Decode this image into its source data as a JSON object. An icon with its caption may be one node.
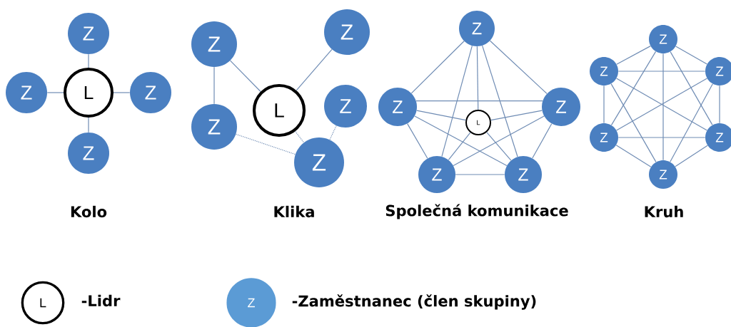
{
  "diagram": {
    "nodes": [
      {
        "text": [
          "Z"
        ]
      },
      {
        "text": [
          "Z"
        ]
      },
      {
        "text": [
          "L"
        ]
      },
      {
        "text": [
          "Z"
        ]
      },
      {
        "text": [
          "Z"
        ]
      },
      {
        "text": [
          "Z"
        ]
      },
      {
        "text": [
          "Z"
        ]
      },
      {
        "text": [
          "L"
        ]
      },
      {
        "text": [
          "Z"
        ]
      },
      {
        "text": [
          "Z"
        ]
      },
      {
        "text": [
          "Z"
        ]
      },
      {
        "text": [
          "Z"
        ]
      },
      {
        "text": [
          "Z"
        ]
      },
      {
        "text": [
          "Z"
        ]
      },
      {
        "text": [
          "L"
        ]
      },
      {
        "text": [
          "Z"
        ]
      },
      {
        "text": [
          "Z"
        ]
      },
      {
        "text": [
          "Z"
        ]
      },
      {
        "text": [
          "Z"
        ]
      },
      {
        "text": [
          "Z"
        ]
      },
      {
        "text": [
          "Z"
        ]
      },
      {
        "text": [
          "Z"
        ]
      },
      {
        "text": [
          "Z"
        ]
      }
    ],
    "edges": [
      {
        "from": 2,
        "to": 0,
        "arrow": "none"
      },
      {
        "from": 2,
        "to": 1,
        "arrow": "none"
      },
      {
        "from": 2,
        "to": 3,
        "arrow": "none"
      },
      {
        "from": 2,
        "to": 4,
        "arrow": "none"
      },
      {
        "from": 5,
        "to": 7,
        "arrow": "none"
      },
      {
        "from": 6,
        "to": 7,
        "arrow": "none"
      },
      {
        "from": 5,
        "to": 9,
        "arrow": "none"
      },
      {
        "from": 9,
        "to": 10,
        "arrow": "none",
        "style": "dashed"
      },
      {
        "from": 8,
        "to": 10,
        "arrow": "none",
        "style": "dashed"
      },
      {
        "from": 7,
        "to": 10,
        "arrow": "none",
        "style": "dashed"
      },
      {
        "from": 11,
        "to": 12,
        "arrow": "none"
      },
      {
        "from": 11,
        "to": 13,
        "arrow": "none"
      },
      {
        "from": 11,
        "to": 15,
        "arrow": "none"
      },
      {
        "from": 11,
        "to": 16,
        "arrow": "none"
      },
      {
        "from": 12,
        "to": 13,
        "arrow": "none"
      },
      {
        "from": 12,
        "to": 15,
        "arrow": "none"
      },
      {
        "from": 12,
        "to": 16,
        "arrow": "none"
      },
      {
        "from": 13,
        "to": 15,
        "arrow": "none"
      },
      {
        "from": 13,
        "to": 16,
        "arrow": "none"
      },
      {
        "from": 15,
        "to": 16,
        "arrow": "none"
      },
      {
        "from": 14,
        "to": 11,
        "arrow": "none"
      },
      {
        "from": 14,
        "to": 12,
        "arrow": "none"
      },
      {
        "from": 14,
        "to": 13,
        "arrow": "none"
      },
      {
        "from": 14,
        "to": 15,
        "arrow": "none"
      },
      {
        "from": 14,
        "to": 16,
        "arrow": "none"
      },
      {
        "from": 17,
        "to": 18,
        "arrow": "none"
      },
      {
        "from": 17,
        "to": 19,
        "arrow": "none"
      },
      {
        "from": 17,
        "to": 20,
        "arrow": "none"
      },
      {
        "from": 17,
        "to": 21,
        "arrow": "none"
      },
      {
        "from": 17,
        "to": 22,
        "arrow": "none"
      },
      {
        "from": 18,
        "to": 19,
        "arrow": "none"
      },
      {
        "from": 18,
        "to": 20,
        "arrow": "none"
      },
      {
        "from": 18,
        "to": 21,
        "arrow": "none"
      },
      {
        "from": 18,
        "to": 22,
        "arrow": "none"
      },
      {
        "from": 19,
        "to": 20,
        "arrow": "none"
      },
      {
        "from": 19,
        "to": 21,
        "arrow": "none"
      },
      {
        "from": 19,
        "to": 22,
        "arrow": "none"
      },
      {
        "from": 20,
        "to": 21,
        "arrow": "none"
      },
      {
        "from": 20,
        "to": 22,
        "arrow": "none"
      },
      {
        "from": 21,
        "to": 22,
        "arrow": "none"
      }
    ],
    "labels": [
      "Kolo",
      "Klika",
      "Společná komunikace",
      "Kruh",
      "L",
      "Z"
    ],
    "legend": [
      {
        "text": "-Lidr"
      },
      {
        "text": "-Zaměstnanec (člen skupiny)",
        "color": "#5b9bd5"
      }
    ]
  }
}
